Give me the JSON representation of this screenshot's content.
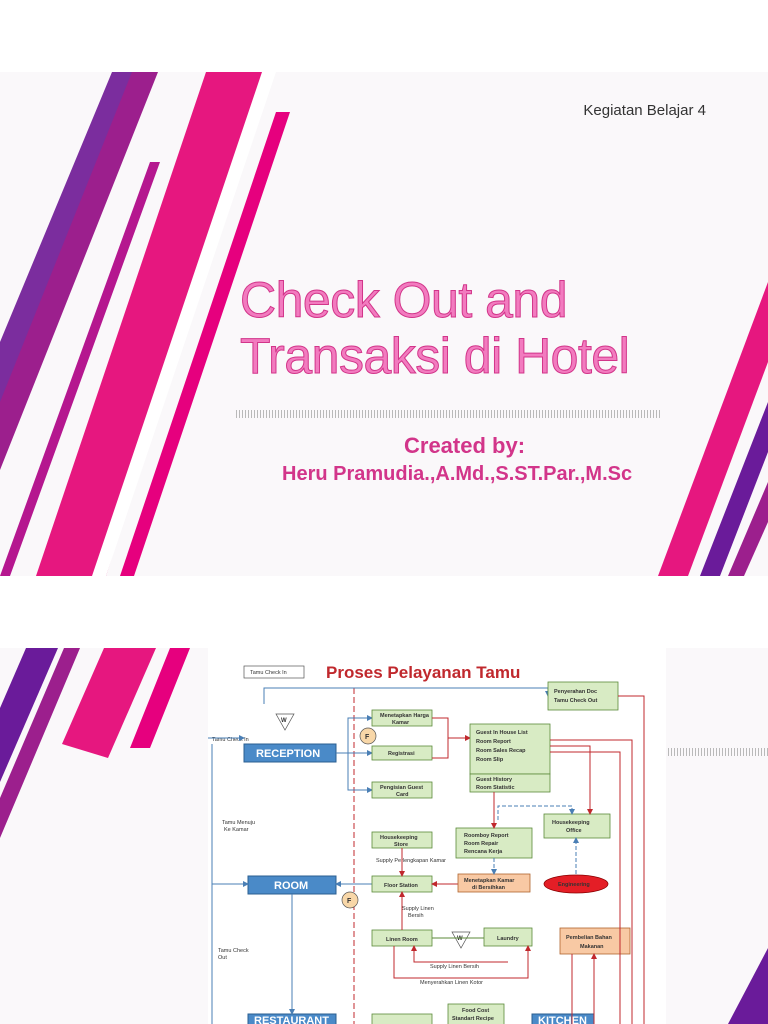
{
  "slide1": {
    "corner_label": "Kegiatan Belajar 4",
    "title_line1": "Check Out and",
    "title_line2": "Transaksi di Hotel",
    "created_label": "Created by:",
    "author": "Heru Pramudia.,A.Md.,S.ST.Par.,M.Sc",
    "colors": {
      "pink": "#e6007e",
      "magenta": "#b5178f",
      "purple": "#6a1b9a",
      "title": "#f27bbf"
    }
  },
  "slide2": {
    "diagram": {
      "title": "Proses Pelayanan Tamu",
      "label_tamu_check_in_box": "Tamu Check In",
      "label_tamu_check_in": "Tamu Check In",
      "reception": "RECEPTION",
      "room": "ROOM",
      "restaurant": "RESTAURANT",
      "kitchen": "KITCHEN",
      "label_tamu_menuju_1": "Tamu Menuju",
      "label_tamu_menuju_2": "Ke Kamar",
      "label_tamu_check_out_1": "Tamu Check",
      "label_tamu_check_out_2": "Out",
      "box_menetapkan_1": "Menetapkan Harga",
      "box_menetapkan_2": "Kamar",
      "box_registrasi": "Registrasi",
      "box_pengisian_1": "Pengisian Guest",
      "box_pengisian_2": "Card",
      "box_hk_store_1": "Housekeeping",
      "box_hk_store_2": "Store",
      "box_floor_station": "Floor Station",
      "box_linen_room": "Linen Room",
      "box_laundry": "Laundry",
      "box_guest_list_1": "Guest In House List",
      "box_guest_list_2": "Room Report",
      "box_guest_list_3": "Room Sales Recap",
      "box_guest_list_4": "Room Slip",
      "box_guest_history_1": "Guest History",
      "box_guest_history_2": "Room Statistic",
      "box_roomboy_1": "Roomboy Report",
      "box_roomboy_2": "Room Repair",
      "box_roomboy_3": "Rencana Kerja",
      "box_hk_office_1": "Housekeeping",
      "box_hk_office_2": "Office",
      "box_penyerahan_1": "Penyerahan Doc",
      "box_penyerahan_2": "Tamu Check Out",
      "box_menetapkan_kamar_1": "Menetapkan Kamar",
      "box_menetapkan_kamar_2": "di Bersihkan",
      "box_red_oval": "Engineering",
      "box_pembelian_1": "Pembelian Bahan",
      "box_pembelian_2": "Makanan",
      "box_food_cost_1": "Food Cost",
      "box_food_cost_2": "Standart Recipe",
      "label_supply_perlengkapan": "Supply Perlengkapan Kamar",
      "label_supply_linen_1": "Supply Linen",
      "label_supply_linen_2": "Bersih",
      "label_supply_linen_bersih": "Supply Linen Bersih",
      "label_menyerahkan": "Menyerahkan Linen Kotor",
      "marker_f": "F",
      "marker_w": "W"
    }
  }
}
